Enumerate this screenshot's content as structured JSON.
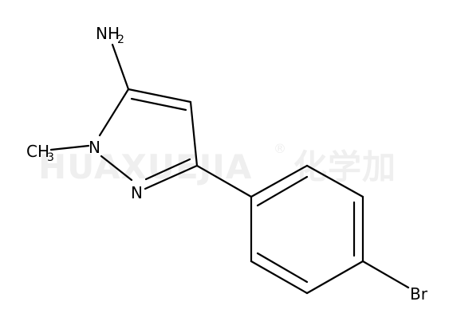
{
  "watermark": {
    "text": "HUAXUEJIA",
    "registered": "®",
    "chinese": "化学加"
  },
  "atoms": {
    "amine": {
      "symbol": "NH",
      "subscript": "2"
    },
    "n_methyl": {
      "symbol": "N"
    },
    "n_ring": {
      "symbol": "N"
    },
    "methyl": {
      "symbol": "CH",
      "subscript": "3"
    },
    "bromine": {
      "symbol": "Br"
    }
  }
}
